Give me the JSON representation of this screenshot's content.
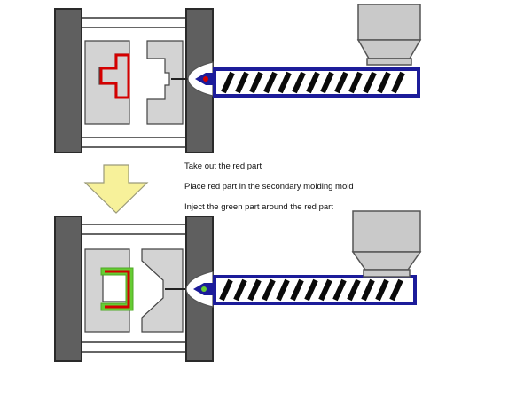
{
  "steps": [
    {
      "text": "Take out the red part"
    },
    {
      "text": "Place red part in the secondary molding mold"
    },
    {
      "text": "Inject the green part around the red part"
    }
  ],
  "colors": {
    "platen": "#5f5f5f",
    "platen_border": "#2a2a2a",
    "mold": "#d3d3d3",
    "barrel_blue": "#1c1c9a",
    "hopper": "#c9c9c9",
    "screw_black": "#0a0a0a",
    "red_part": "#d40000",
    "green_part": "#66cc33",
    "arrow_fill": "#f7f19a",
    "arrow_stroke": "#9a9a7a"
  },
  "icons": {
    "arrow": "down-arrow-icon"
  }
}
